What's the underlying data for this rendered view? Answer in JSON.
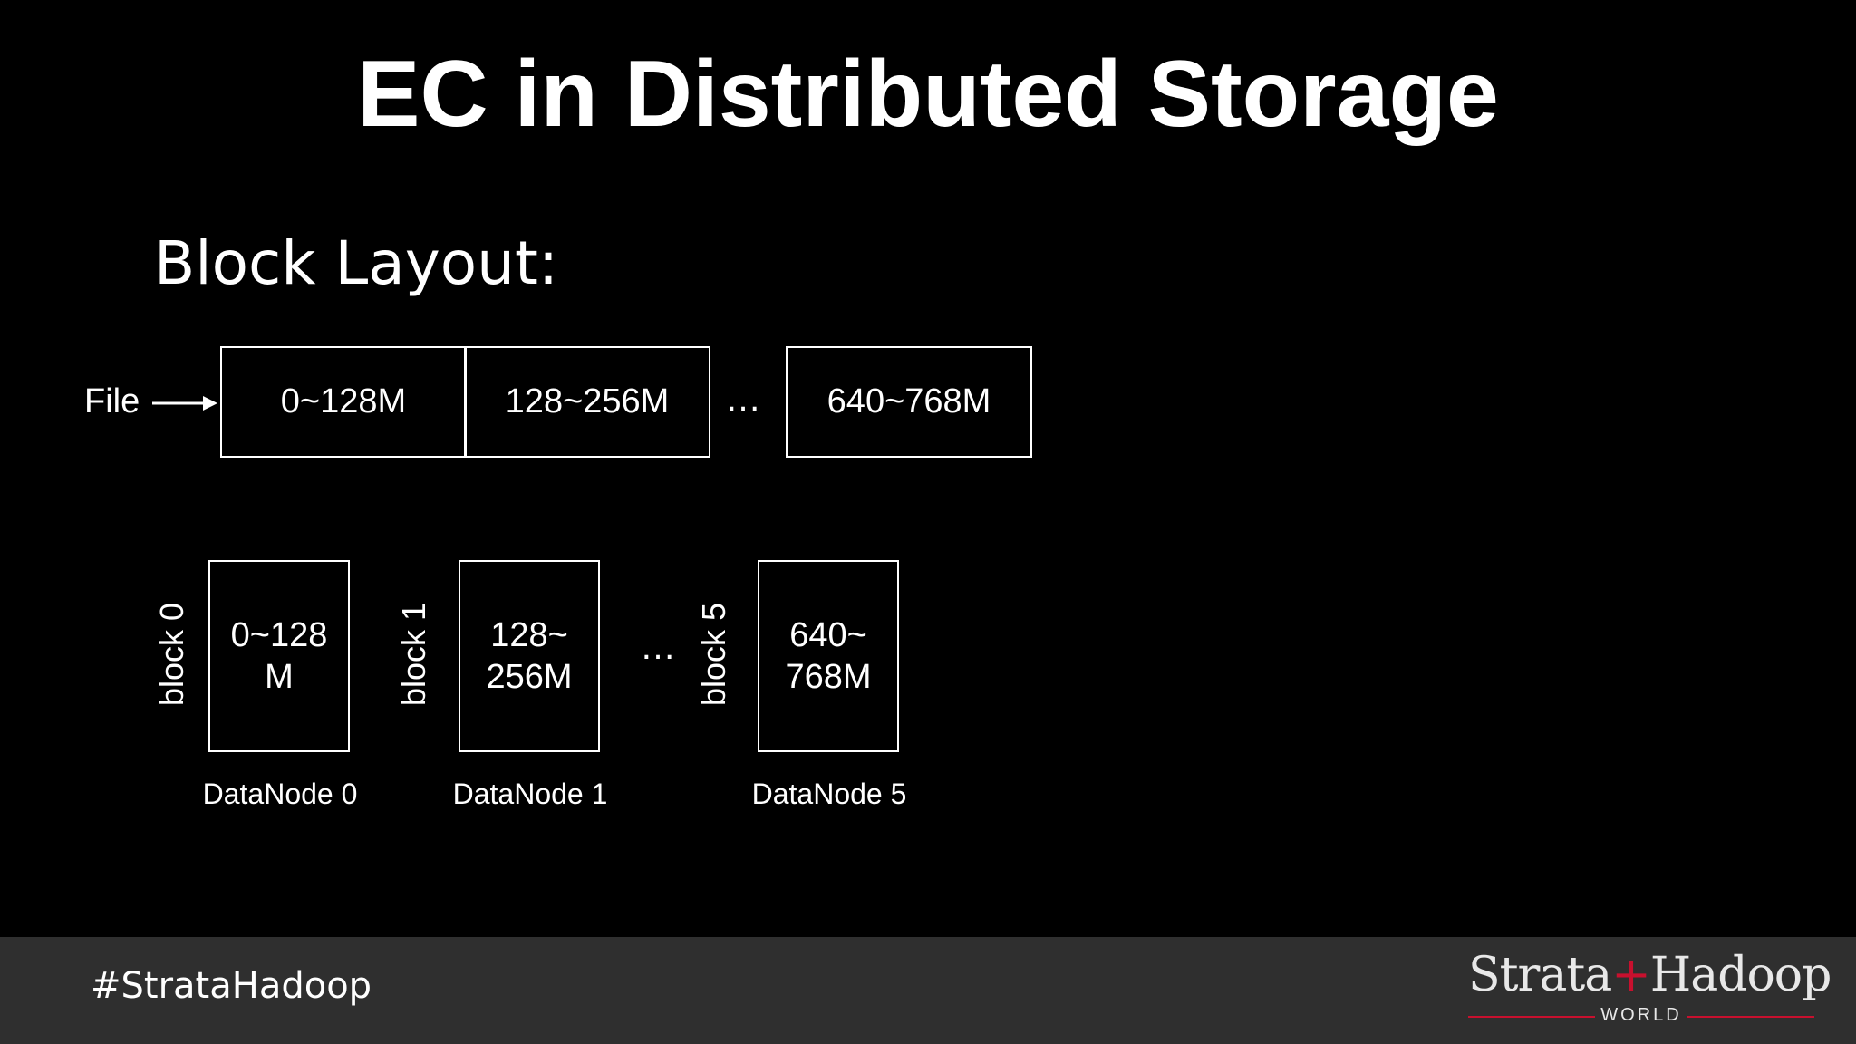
{
  "title": "EC in Distributed Storage",
  "subtitle": "Block Layout:",
  "file_label": "File",
  "file_segments": [
    "0~128M",
    "128~256M",
    "640~768M"
  ],
  "ellipsis": "…",
  "blocks": [
    {
      "label": "block 0",
      "line1": "0~128",
      "line2": "M",
      "node": "DataNode 0"
    },
    {
      "label": "block 1",
      "line1": "128~",
      "line2": "256M",
      "node": "DataNode 1"
    },
    {
      "label": "block 5",
      "line1": "640~",
      "line2": "768M",
      "node": "DataNode 5"
    }
  ],
  "footer": {
    "hashtag": "#StrataHadoop",
    "logo_left": "Strata",
    "logo_plus": "+",
    "logo_right": "Hadoop",
    "logo_sub": "WORLD",
    "accent_color": "#c8102e"
  }
}
